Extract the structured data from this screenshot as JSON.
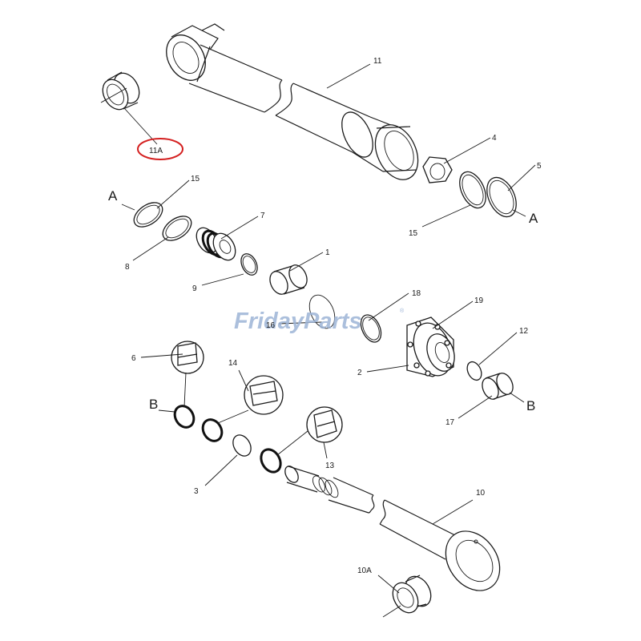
{
  "diagram": {
    "callouts": {
      "11A": "11A",
      "11": "11",
      "4": "4",
      "5": "5",
      "15a": "15",
      "15b": "15",
      "7": "7",
      "8": "8",
      "9": "9",
      "1": "1",
      "18": "18",
      "16": "16",
      "19": "19",
      "2": "2",
      "12": "12",
      "17": "17",
      "6": "6",
      "14": "14",
      "13": "13",
      "3": "3",
      "10": "10",
      "10A": "10A"
    },
    "section_markers": {
      "a_left": "A",
      "a_right": "A",
      "b_left": "B",
      "b_right": "B"
    },
    "highlight_color": "#d42020"
  },
  "watermark": {
    "text": "FridayParts",
    "registered": "®"
  }
}
